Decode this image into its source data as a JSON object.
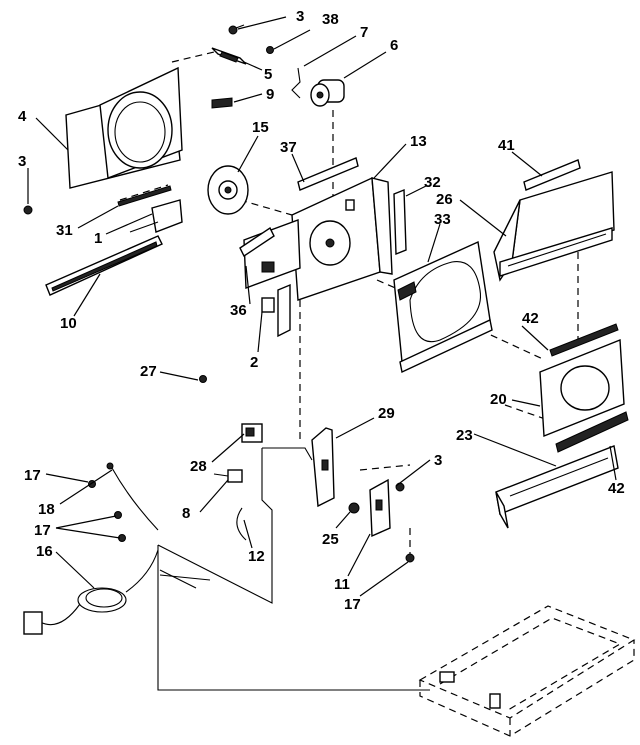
{
  "diagram": {
    "callouts": {
      "c3a": "3",
      "c38": "38",
      "c7": "7",
      "c6": "6",
      "c4": "4",
      "c5": "5",
      "c9": "9",
      "c15": "15",
      "c3b": "3",
      "c37": "37",
      "c13": "13",
      "c41": "41",
      "c32": "32",
      "c26": "26",
      "c31": "31",
      "c1": "1",
      "c33": "33",
      "c10": "10",
      "c36": "36",
      "c42a": "42",
      "c2": "2",
      "c27": "27",
      "c20": "20",
      "c29": "29",
      "c23": "23",
      "c28": "28",
      "c3c": "3",
      "c17a": "17",
      "c42b": "42",
      "c18": "18",
      "c8": "8",
      "c17b": "17",
      "c25": "25",
      "c12": "12",
      "c16": "16",
      "c11": "11",
      "c17c": "17"
    }
  }
}
